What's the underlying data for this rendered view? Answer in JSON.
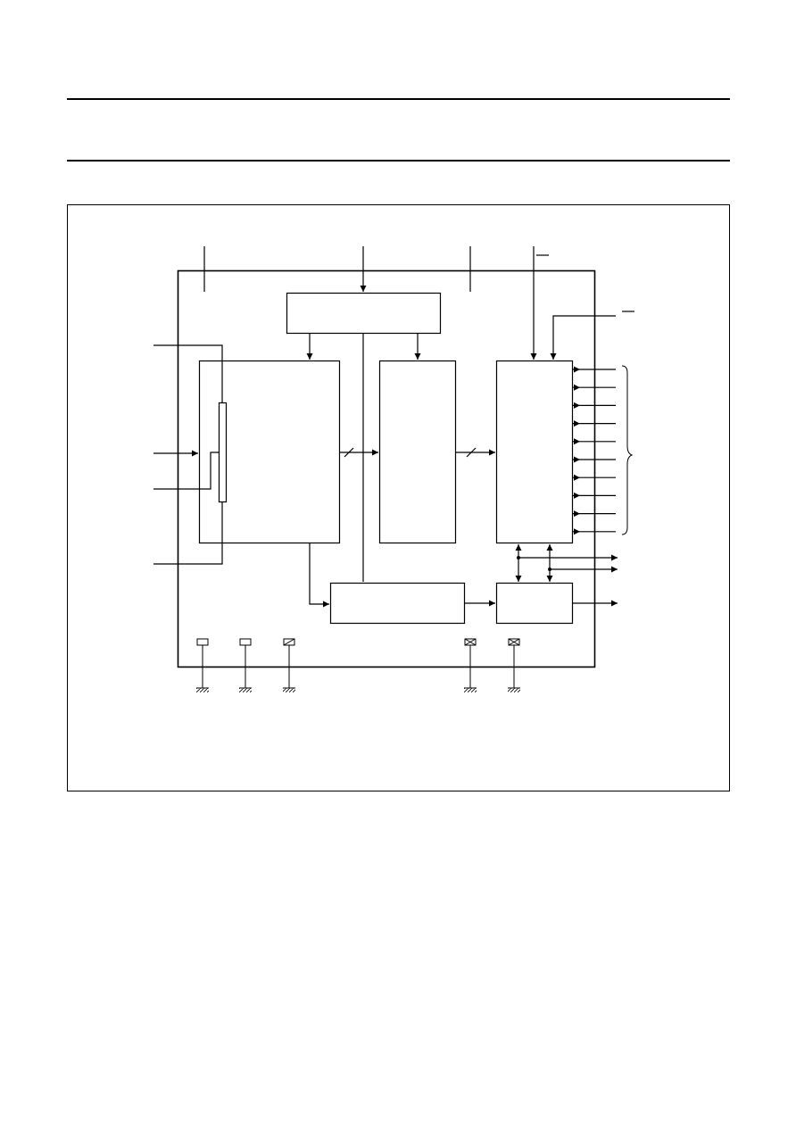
{
  "diagram": {
    "blocks": [
      {
        "id": "top-block"
      },
      {
        "id": "left-block"
      },
      {
        "id": "middle-block"
      },
      {
        "id": "right-block"
      },
      {
        "id": "bottom-center-block"
      },
      {
        "id": "bottom-right-block"
      }
    ],
    "output_pin_count": 10,
    "bottom_pin_count": 5
  },
  "colors": {
    "line": "#000000",
    "background": "#ffffff"
  }
}
